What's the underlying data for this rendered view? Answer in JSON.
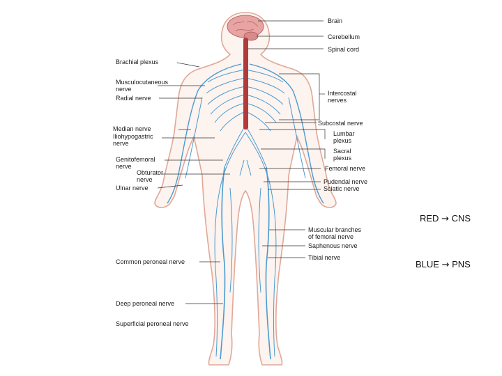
{
  "labels": {
    "brain": "Brain",
    "cerebellum": "Cerebellum",
    "spinal_cord": "Spinal cord",
    "brachial_plexus": "Brachial plexus",
    "musculocutaneous_1": "Musculocutaneous",
    "musculocutaneous_2": "nerve",
    "radial": "Radial nerve",
    "intercostal_1": "Intercostal",
    "intercostal_2": "nerves",
    "subcostal": "Subcostal nerve",
    "median": "Median nerve",
    "iliohypogastric_1": "Iliohypogastric",
    "iliohypogastric_2": "nerve",
    "lumbar_1": "Lumbar",
    "lumbar_2": "plexus",
    "sacral_1": "Sacral",
    "sacral_2": "plexus",
    "genitofemoral_1": "Genitofemoral",
    "genitofemoral_2": "nerve",
    "femoral": "Femoral nerve",
    "obturator_1": "Obturator",
    "obturator_2": "nerve",
    "pudendal": "Pudendal nerve",
    "ulnar": "Ulnar nerve",
    "sciatic": "Sciatic nerve",
    "muscular_1": "Muscular branches",
    "muscular_2": "of femoral nerve",
    "saphenous": "Saphenous nerve",
    "common_peroneal": "Common peroneal nerve",
    "tibial": "Tibial nerve",
    "deep_peroneal": "Deep peroneal nerve",
    "superficial_peroneal": "Superficial peroneal nerve"
  },
  "legend": {
    "cns_color_word": "RED",
    "cns_arrow": "→",
    "cns_term": "CNS",
    "pns_color_word": "BLUE",
    "pns_arrow": "→",
    "pns_term": "PNS"
  },
  "colors": {
    "cns": "#b23a3a",
    "pns": "#4a9bd0",
    "body_outline": "#e0a898",
    "brain": "#e8a3a3"
  }
}
